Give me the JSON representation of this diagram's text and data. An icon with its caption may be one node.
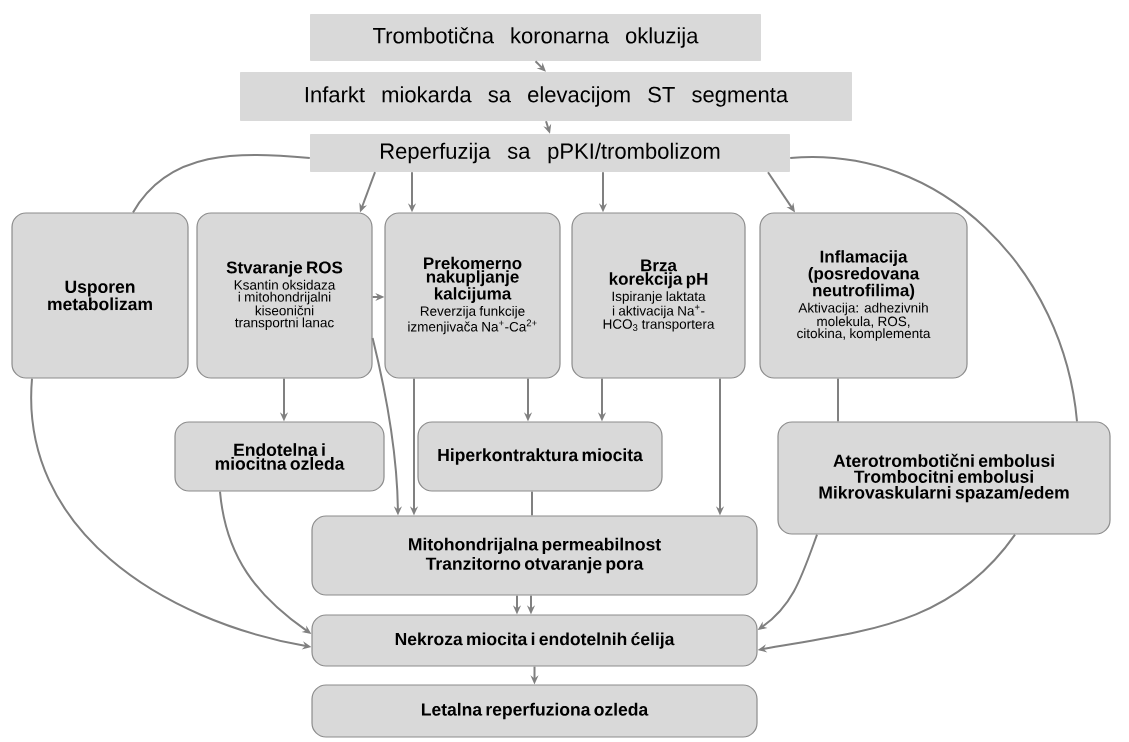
{
  "diagram": {
    "nodes": [
      {
        "text": [
          "Trombotična koronarna okluzija"
        ]
      },
      {
        "text": [
          "Infarkt miokarda sa elevacijom ST segmenta"
        ]
      },
      {
        "text": [
          "Reperfuzija sa pPKI/trombolizom"
        ]
      },
      {
        "text": [
          "Usporen metabolizam"
        ]
      },
      {
        "text": [
          "Stvaranje ROS",
          "Ksantin oksidaza i mitohondrijalni kiseonični transportni lanac"
        ]
      },
      {
        "text": [
          "Prekomerno nakupljanje kalcijuma",
          "Reverzija funkcije izmenjivača Na$^{+}$-Ca$^{2+}$"
        ]
      },
      {
        "text": [
          "Brza korekcija pH",
          "Ispiranje laktata i aktivacija Na$^{+}$-HCO$_{3}$ transportera"
        ]
      },
      {
        "text": [
          "Inflamacija (posredovana neutrofilima)",
          "Aktivacija: adhezivnih molekula, ROS, citokina, komplementa"
        ]
      },
      {
        "text": [
          "Endotelna i miocitna ozleda"
        ]
      },
      {
        "text": [
          "Hiperkontraktura miocita"
        ]
      },
      {
        "text": [
          "Aterotrombotični embolusi",
          "Trombocitni embolusi",
          "Mikrovaskularni spazam/edem"
        ]
      },
      {
        "text": [
          "Mitohondrijalna permeabilnost",
          "Tranzitorno otvaranje pora"
        ]
      },
      {
        "text": [
          "Nekroza miocita i endotelnih ćelija"
        ]
      },
      {
        "text": [
          "Letalna reperfuziona ozleda"
        ]
      }
    ],
    "edges": [
      {
        "from": 0,
        "to": 1,
        "arrow": "to"
      },
      {
        "from": 1,
        "to": 2,
        "arrow": "to"
      },
      {
        "from": 2,
        "to": 3,
        "arrow": "none"
      },
      {
        "from": 2,
        "to": 4,
        "arrow": "to"
      },
      {
        "from": 2,
        "to": 5,
        "arrow": "to"
      },
      {
        "from": 2,
        "to": 6,
        "arrow": "to"
      },
      {
        "from": 2,
        "to": 7,
        "arrow": "to"
      },
      {
        "from": 2,
        "to": 10,
        "arrow": "none"
      },
      {
        "from": 4,
        "to": 5,
        "arrow": "to"
      },
      {
        "from": 4,
        "to": 8,
        "arrow": "to"
      },
      {
        "from": 5,
        "to": 9,
        "arrow": "to"
      },
      {
        "from": 6,
        "to": 9,
        "arrow": "to"
      },
      {
        "from": 4,
        "to": 11,
        "arrow": "to"
      },
      {
        "from": 5,
        "to": 11,
        "arrow": "to"
      },
      {
        "from": 6,
        "to": 11,
        "arrow": "to"
      },
      {
        "from": 9,
        "to": 11,
        "arrow": "none"
      },
      {
        "from": 7,
        "to": 10,
        "arrow": "none"
      },
      {
        "from": 11,
        "to": 12,
        "arrow": "to"
      },
      {
        "from": 11,
        "to": 12,
        "arrow": "to"
      },
      {
        "from": 3,
        "to": 12,
        "arrow": "to"
      },
      {
        "from": 8,
        "to": 12,
        "arrow": "to"
      },
      {
        "from": 10,
        "to": 12,
        "arrow": "to"
      },
      {
        "from": 10,
        "to": 12,
        "arrow": "to"
      },
      {
        "from": 12,
        "to": 13,
        "arrow": "to"
      }
    ]
  }
}
